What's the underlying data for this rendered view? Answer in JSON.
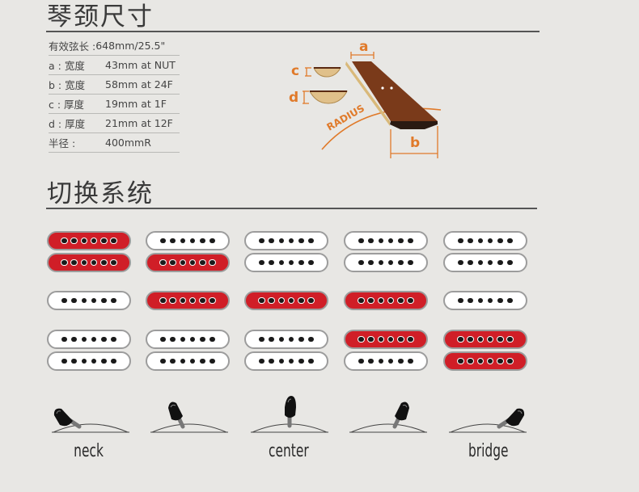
{
  "neck_section": {
    "heading": "琴颈尺寸",
    "specs": [
      {
        "label": "有效弦长 : ",
        "value": "648mm/25.5\""
      },
      {
        "label": "a : 宽度",
        "value": "43mm at NUT"
      },
      {
        "label": "b : 宽度",
        "value": "58mm at 24F"
      },
      {
        "label": "c : 厚度",
        "value": "19mm at 1F"
      },
      {
        "label": "d : 厚度",
        "value": "21mm at 12F"
      },
      {
        "label": "半径 :",
        "value": "400mmR"
      }
    ],
    "diagram": {
      "label_a": "a",
      "label_b": "b",
      "label_c": "c",
      "label_d": "d",
      "radius_label": "RADIUS",
      "accent_color": "#e07a2a"
    }
  },
  "switch_section": {
    "heading": "切换系统",
    "active_color": "#d01e27",
    "inactive_color": "#ffffff",
    "positions": [
      {
        "neck": [
          true,
          true
        ],
        "middle": false,
        "bridge": [
          false,
          false
        ]
      },
      {
        "neck": [
          false,
          true
        ],
        "middle": true,
        "bridge": [
          false,
          false
        ]
      },
      {
        "neck": [
          false,
          false
        ],
        "middle": true,
        "bridge": [
          false,
          false
        ]
      },
      {
        "neck": [
          false,
          false
        ],
        "middle": true,
        "bridge": [
          true,
          false
        ]
      },
      {
        "neck": [
          false,
          false
        ],
        "middle": false,
        "bridge": [
          true,
          true
        ]
      }
    ],
    "position_labels": [
      "neck",
      "center",
      "bridge"
    ]
  }
}
